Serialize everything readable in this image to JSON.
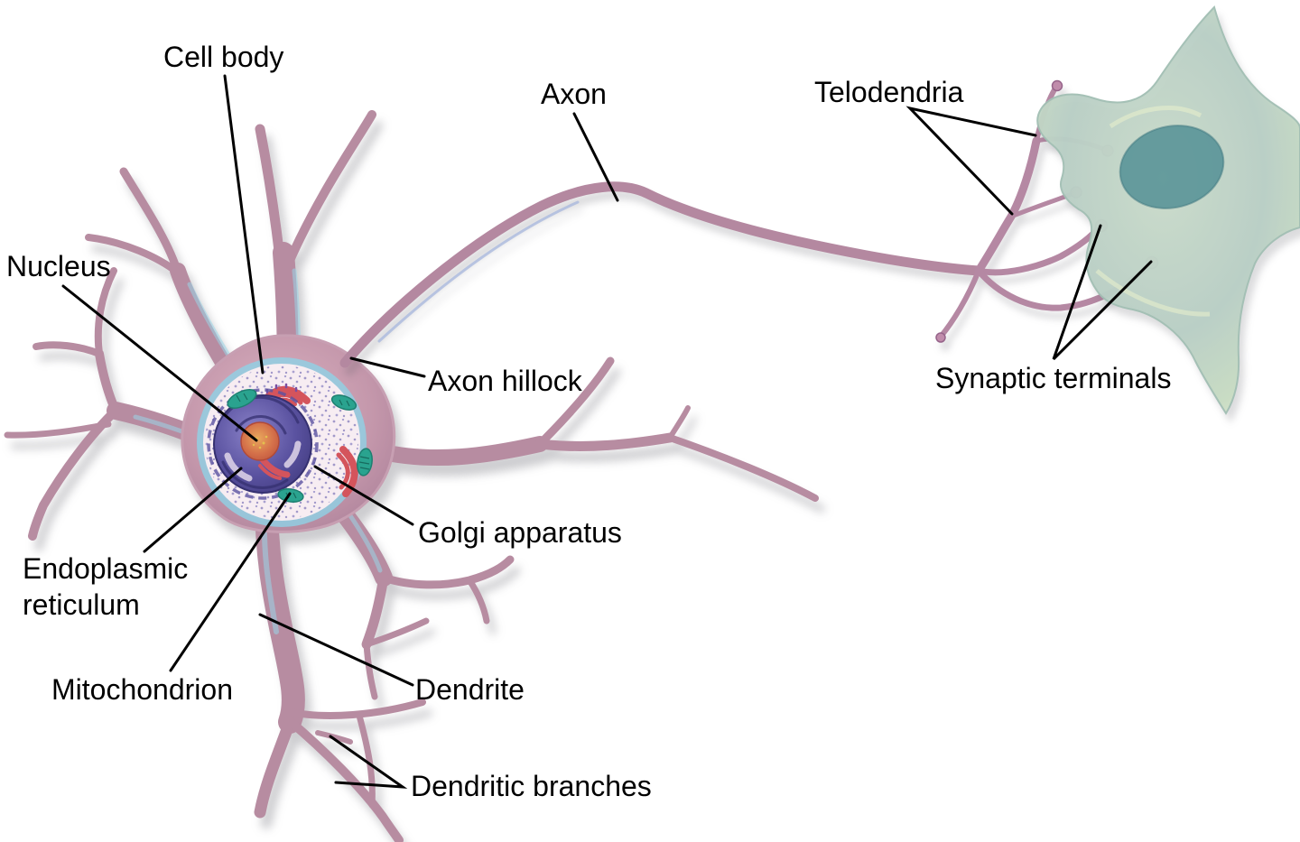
{
  "labels": {
    "cell_body": "Cell body",
    "axon": "Axon",
    "telodendria": "Telodendria",
    "nucleus": "Nucleus",
    "axon_hillock": "Axon hillock",
    "synaptic_terminals": "Synaptic terminals",
    "golgi_apparatus": "Golgi apparatus",
    "endoplasmic_reticulum": "Endoplasmic reticulum",
    "mitochondrion": "Mitochondrion",
    "dendrite": "Dendrite",
    "dendritic_branches": "Dendritic branches"
  },
  "colors": {
    "background": "#ffffff",
    "neuron_body_pink": "#b78ca1",
    "neuron_highlight": "#d4afc0",
    "myelin_accent_cyan": "#9bd6e8",
    "cytoplasm_pale": "#f7edf2",
    "nucleus_purple": "#524a98",
    "nucleolus_orange": "#d4704a",
    "mitochondrion_teal": "#27a08b",
    "golgi_red": "#d4545c",
    "ribosome_speckle": "#5c55a8",
    "target_cell_green": "#b9cfc4",
    "target_cell_nucleus": "#4f8d94",
    "label_text": "#000000",
    "leader_line": "#000000"
  }
}
